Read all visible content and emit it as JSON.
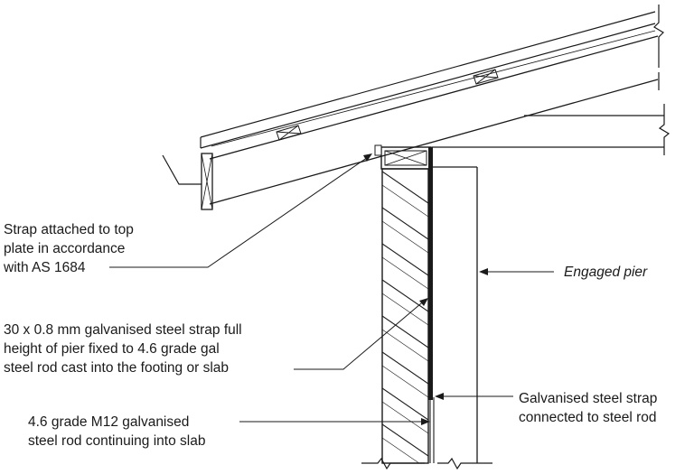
{
  "diagram": {
    "labels": {
      "strap_top_plate": {
        "lines": [
          "Strap attached to top",
          "plate in accordance",
          "with AS 1684"
        ]
      },
      "pier_strap": {
        "lines": [
          "30 x 0.8 mm galvanised steel strap full",
          "height of pier fixed to 4.6 grade gal",
          "steel rod cast into the footing or slab"
        ]
      },
      "steel_rod": {
        "lines": [
          "4.6 grade M12 galvanised",
          "steel rod continuing into slab"
        ]
      },
      "engaged_pier": {
        "text": "Engaged pier"
      },
      "strap_to_rod": {
        "lines": [
          "Galvanised steel strap",
          "connected to steel rod"
        ]
      }
    }
  }
}
